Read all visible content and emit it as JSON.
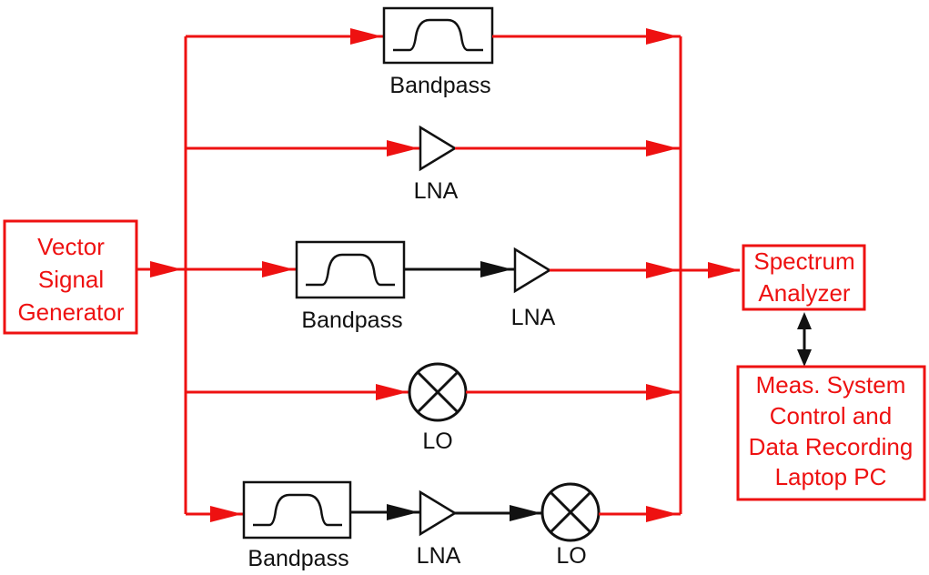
{
  "colors": {
    "signal": "#ee1111",
    "component": "#111111",
    "background": "#ffffff"
  },
  "blocks": {
    "generator": {
      "lines": [
        "Vector",
        "Signal",
        "Generator"
      ]
    },
    "analyzer": {
      "lines": [
        "Spectrum",
        "Analyzer"
      ]
    },
    "controller": {
      "lines": [
        "Meas. System",
        "Control and",
        "Data Recording",
        "Laptop PC"
      ]
    }
  },
  "labels": {
    "bandpass": "Bandpass",
    "lna": "LNA",
    "lo": "LO"
  },
  "icons": {
    "bandpass": "bandpass-filter-icon",
    "lna": "amplifier-triangle-icon",
    "lo": "mixer-cross-circle-icon"
  }
}
